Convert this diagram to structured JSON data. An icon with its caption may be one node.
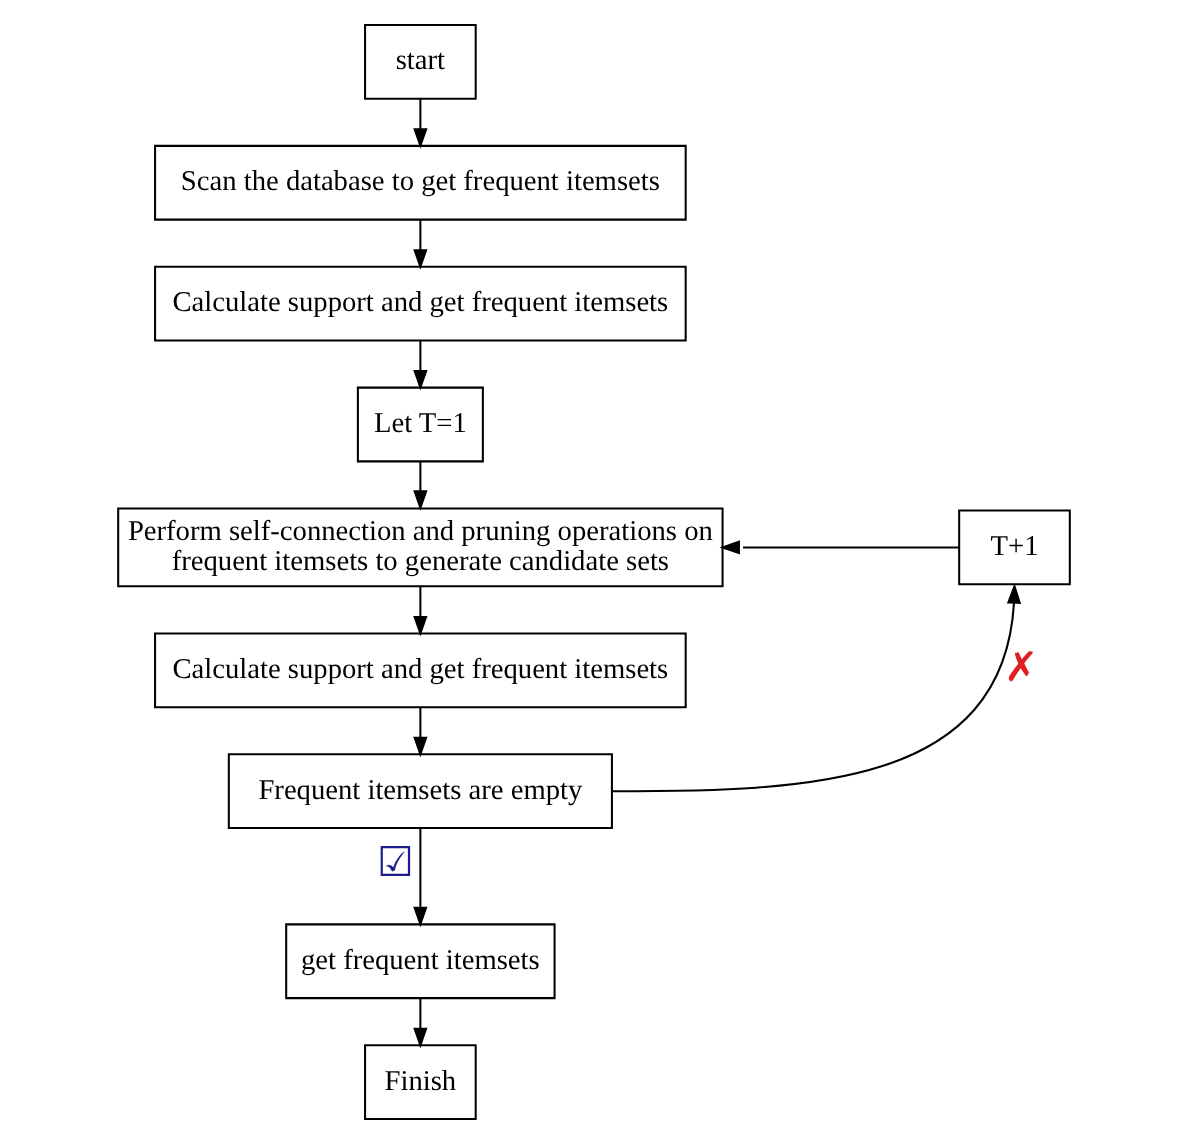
{
  "diagram": {
    "nodes": [
      {
        "text": [
          "start"
        ]
      },
      {
        "text": [
          "Scan the database to get frequent itemsets"
        ]
      },
      {
        "text": [
          "Calculate support and get frequent itemsets"
        ]
      },
      {
        "text": [
          "Let T=1"
        ]
      },
      {
        "text": [
          "Perform self-connection and pruning operations on frequent itemsets to generate candidate sets"
        ]
      },
      {
        "text": [
          "T+1"
        ]
      },
      {
        "text": [
          "Calculate support and get frequent itemsets"
        ]
      },
      {
        "text": [
          "Frequent itemsets are empty"
        ]
      },
      {
        "text": [
          "get frequent itemsets"
        ]
      },
      {
        "text": [
          "Finish"
        ]
      }
    ],
    "edges": [
      {
        "from": 0,
        "to": 1,
        "arrow": "to"
      },
      {
        "from": 1,
        "to": 2,
        "arrow": "to"
      },
      {
        "from": 2,
        "to": 3,
        "arrow": "to"
      },
      {
        "from": 3,
        "to": 4,
        "arrow": "to"
      },
      {
        "from": 5,
        "to": 4,
        "arrow": "to"
      },
      {
        "from": 4,
        "to": 6,
        "arrow": "to"
      },
      {
        "from": 6,
        "to": 7,
        "arrow": "to"
      },
      {
        "from": 7,
        "to": 5,
        "arrow": "to",
        "label": "✗"
      },
      {
        "from": 7,
        "to": 8,
        "arrow": "to",
        "label": "☑"
      },
      {
        "from": 8,
        "to": 9,
        "arrow": "to"
      }
    ]
  }
}
